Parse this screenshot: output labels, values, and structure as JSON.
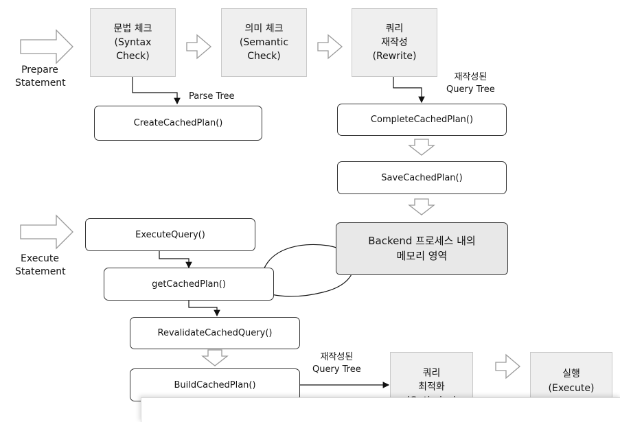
{
  "prepare": {
    "label": "Prepare\nStatement",
    "syntax": "문법 체크\n(Syntax\nCheck)",
    "semantic": "의미 체크\n(Semantic\nCheck)",
    "rewrite": "쿼리\n재작성\n(Rewrite)",
    "parse_tree": "Parse Tree",
    "rewritten_tree_top": "재작성된\nQuery Tree",
    "create": "CreateCachedPlan()",
    "complete": "CompleteCachedPlan()",
    "save": "SaveCachedPlan()",
    "backend_memory": "Backend 프로세스 내의\n메모리 영역"
  },
  "execute": {
    "label": "Execute\nStatement",
    "execute_query": "ExecuteQuery()",
    "get_plan": "getCachedPlan()",
    "revalidate": "RevalidateCachedQuery()",
    "build": "BuildCachedPlan()",
    "rewritten_tree_bottom": "재작성된\nQuery Tree",
    "optimize": "쿼리\n최적화\n(Optimize)",
    "run": "실행\n(Execute)"
  }
}
